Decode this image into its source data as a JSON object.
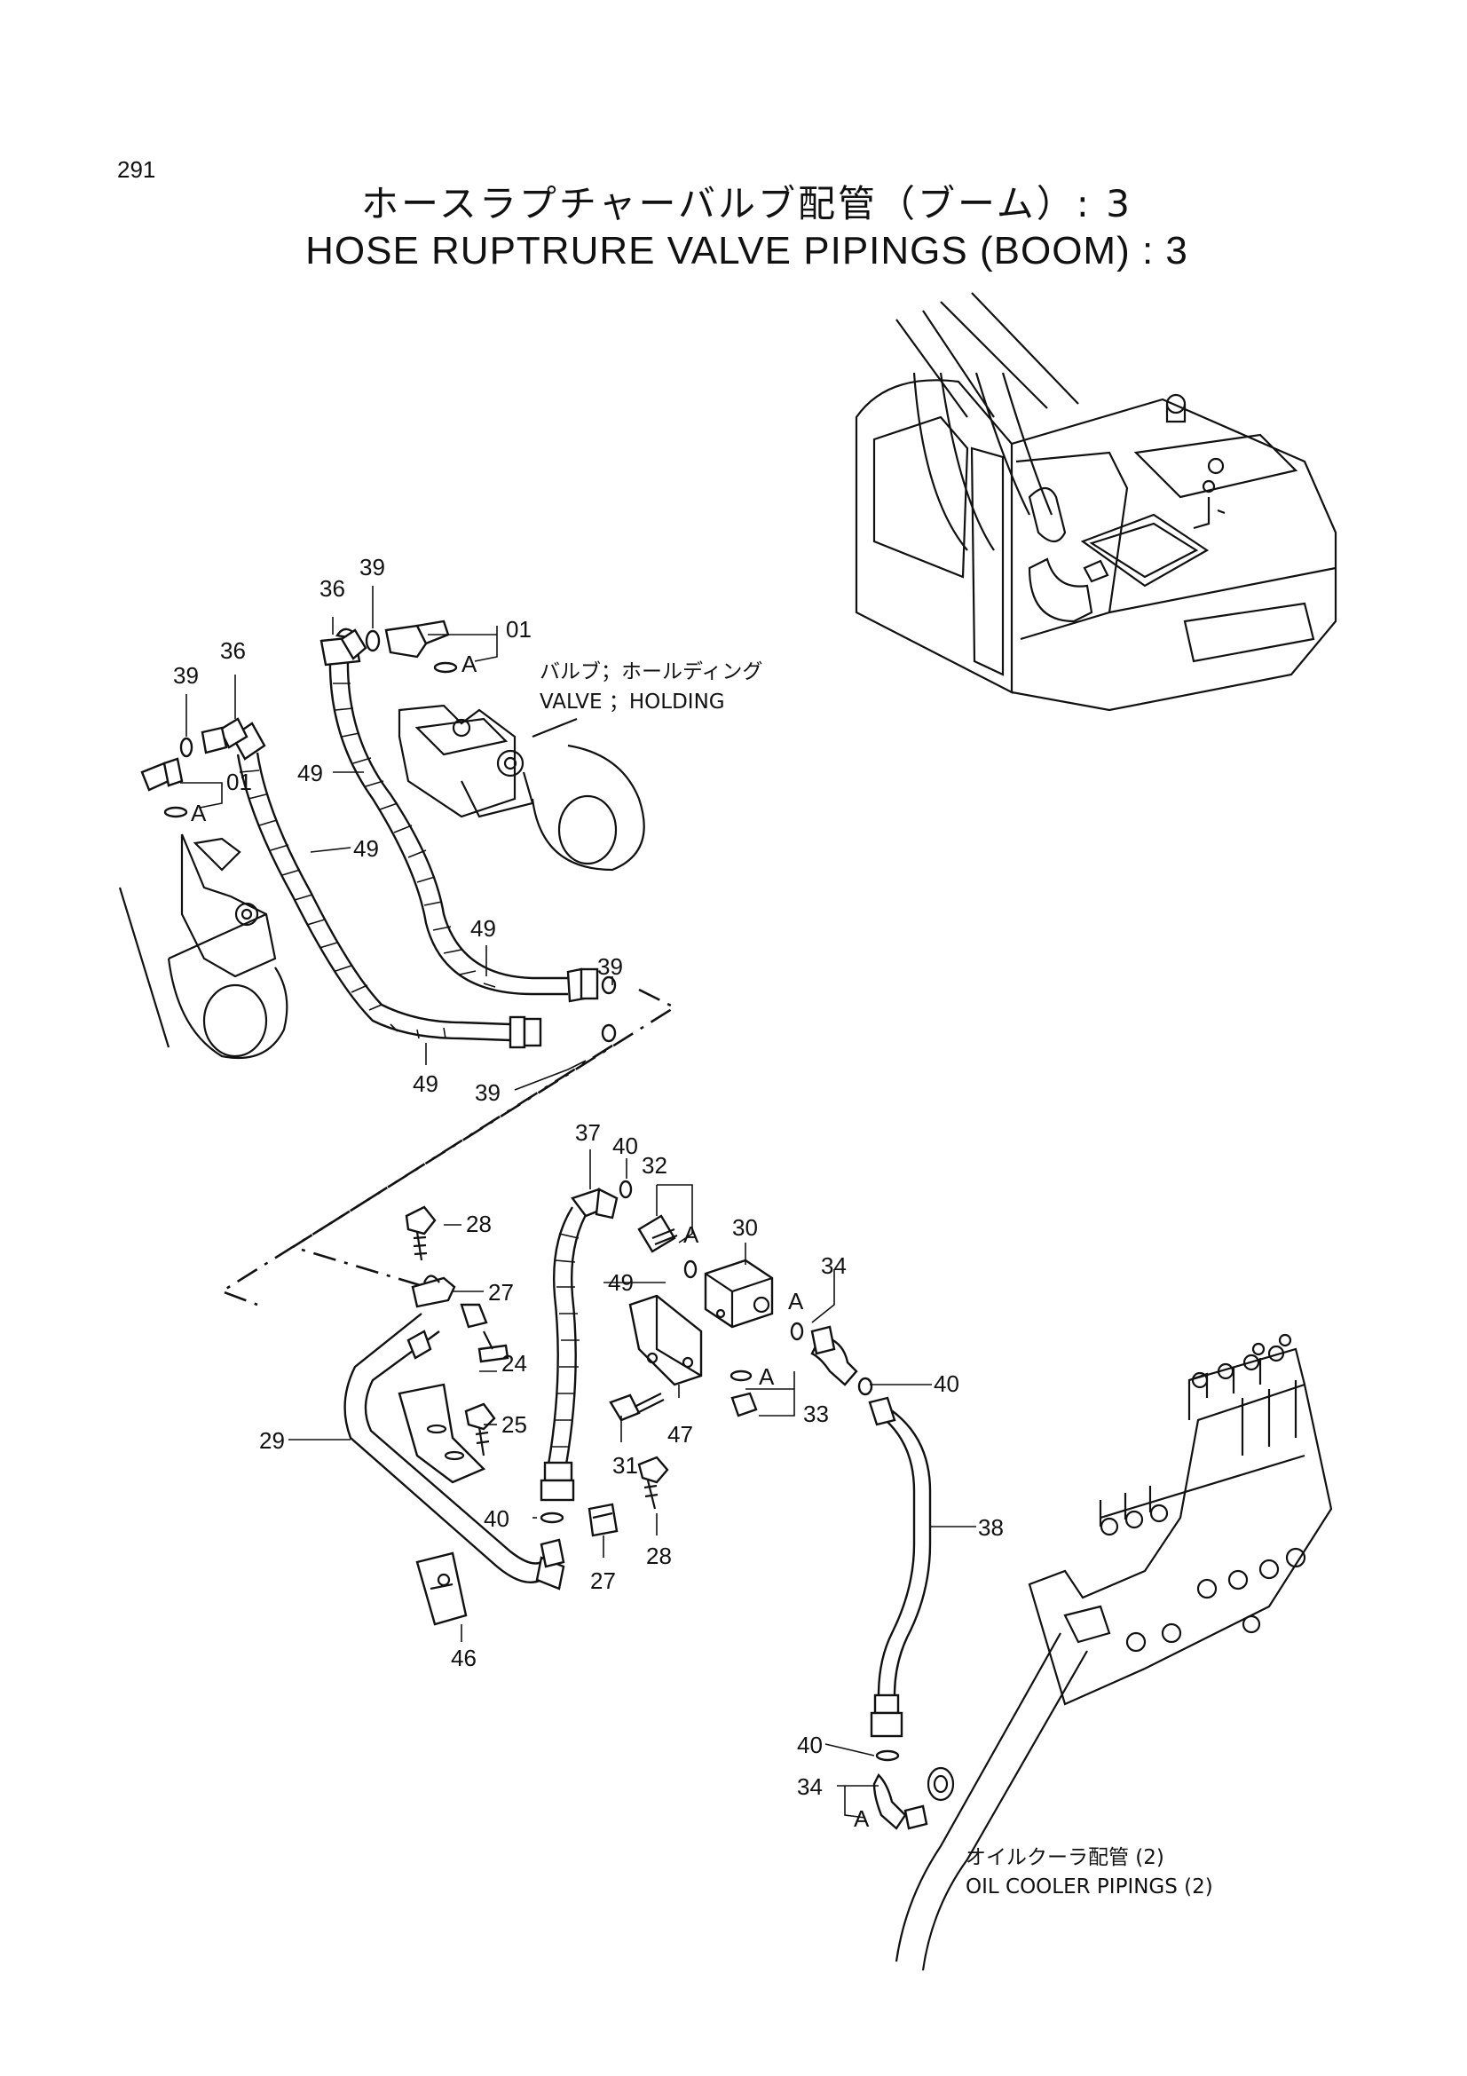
{
  "page_number": "291",
  "title_ja": "ホースラプチャーバルブ配管（ブーム）: 3",
  "title_en": "HOSE RUPTRURE VALVE PIPINGS (BOOM) : 3",
  "notes": {
    "valve_ja": "バルブ；ホールディング",
    "valve_en": "VALVE ；HOLDING",
    "oil_ja": "オイルクーラ配管 (2)",
    "oil_en": "OIL  COOLER  PIPINGS (2)"
  },
  "parts": {
    "p01": "01",
    "p24": "24",
    "p25": "25",
    "p27": "27",
    "p28": "28",
    "p29": "29",
    "p30": "30",
    "p31": "31",
    "p32": "32",
    "p33": "33",
    "p34": "34",
    "p36": "36",
    "p37": "37",
    "p38": "38",
    "p39": "39",
    "p40": "40",
    "p46": "46",
    "p47": "47",
    "p49": "49",
    "detail_a": "A"
  }
}
